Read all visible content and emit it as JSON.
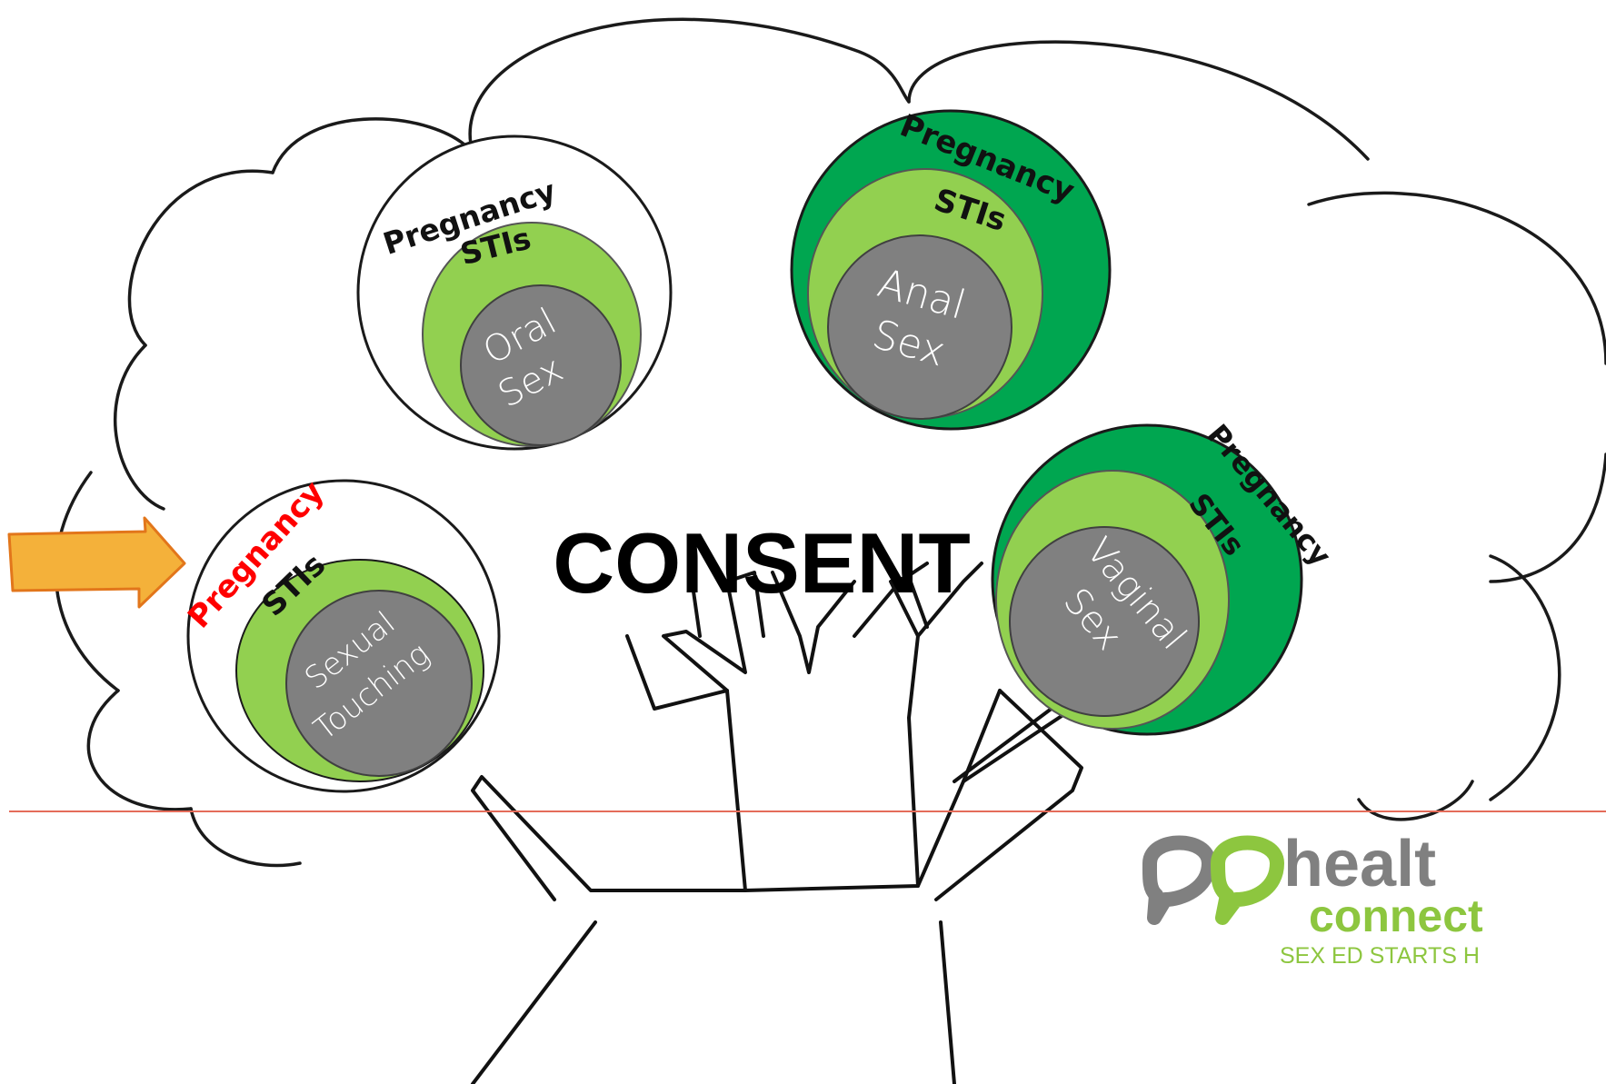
{
  "title": "CONSENT",
  "colors": {
    "dark_green": "#00a650",
    "light_green": "#92d050",
    "gray": "#808080",
    "red_text": "#ff0000",
    "arrow_fill": "#f4b13a",
    "arrow_stroke": "#e2761b",
    "divider": "#e46c5a",
    "logo_gray": "#808080",
    "logo_green": "#8dc63f"
  },
  "circles": [
    {
      "id": "oral",
      "outer": "Pregnancy",
      "middle": "STIs",
      "inner_line1": "Oral",
      "inner_line2": "Sex",
      "outer_fill": "white",
      "pregnancy_color": "black"
    },
    {
      "id": "anal",
      "outer": "Pregnancy",
      "middle": "STIs",
      "inner_line1": "Anal",
      "inner_line2": "Sex",
      "outer_fill": "dark_green",
      "pregnancy_color": "black"
    },
    {
      "id": "touching",
      "outer": "Pregnancy",
      "middle": "STIs",
      "inner_line1": "Sexual",
      "inner_line2": "Touching",
      "outer_fill": "white",
      "pregnancy_color": "red"
    },
    {
      "id": "vaginal",
      "outer": "Pregnancy",
      "middle": "STIs",
      "inner_line1": "Vaginal",
      "inner_line2": "Sex",
      "outer_fill": "dark_green",
      "pregnancy_color": "black"
    }
  ],
  "logo": {
    "word1": "healt",
    "word2": "connect",
    "tagline": "SEX ED STARTS H"
  }
}
